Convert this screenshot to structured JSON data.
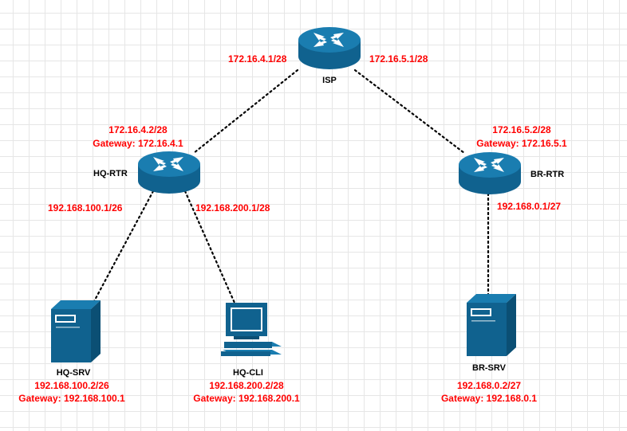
{
  "diagram": {
    "nodes": {
      "isp": {
        "name": "ISP",
        "type": "router",
        "ip_left": "172.16.4.1/28",
        "ip_right": "172.16.5.1/28"
      },
      "hq_rtr": {
        "name": "HQ-RTR",
        "type": "router",
        "wan_ip": "172.16.4.2/28",
        "wan_gateway": "Gateway: 172.16.4.1",
        "lan_ip_srv": "192.168.100.1/26",
        "lan_ip_cli": "192.168.200.1/28"
      },
      "br_rtr": {
        "name": "BR-RTR",
        "type": "router",
        "wan_ip": "172.16.5.2/28",
        "wan_gateway": "Gateway: 172.16.5.1",
        "lan_ip": "192.168.0.1/27"
      },
      "hq_srv": {
        "name": "HQ-SRV",
        "type": "server",
        "ip": "192.168.100.2/26",
        "gateway": "Gateway: 192.168.100.1"
      },
      "hq_cli": {
        "name": "HQ-CLI",
        "type": "workstation",
        "ip": "192.168.200.2/28",
        "gateway": "Gateway: 192.168.200.1"
      },
      "br_srv": {
        "name": "BR-SRV",
        "type": "server",
        "ip": "192.168.0.2/27",
        "gateway": "Gateway: 192.168.0.1"
      }
    },
    "links": [
      {
        "from": "ISP",
        "to": "HQ-RTR",
        "style": "dotted"
      },
      {
        "from": "ISP",
        "to": "BR-RTR",
        "style": "dotted"
      },
      {
        "from": "HQ-RTR",
        "to": "HQ-SRV",
        "style": "dotted"
      },
      {
        "from": "HQ-RTR",
        "to": "HQ-CLI",
        "style": "dotted"
      },
      {
        "from": "BR-RTR",
        "to": "BR-SRV",
        "style": "dotted"
      }
    ],
    "colors": {
      "device": "#10628f",
      "device_top": "#1a7db0",
      "ip_text": "#ff0000",
      "name_text": "#000000",
      "link": "#000000"
    }
  }
}
